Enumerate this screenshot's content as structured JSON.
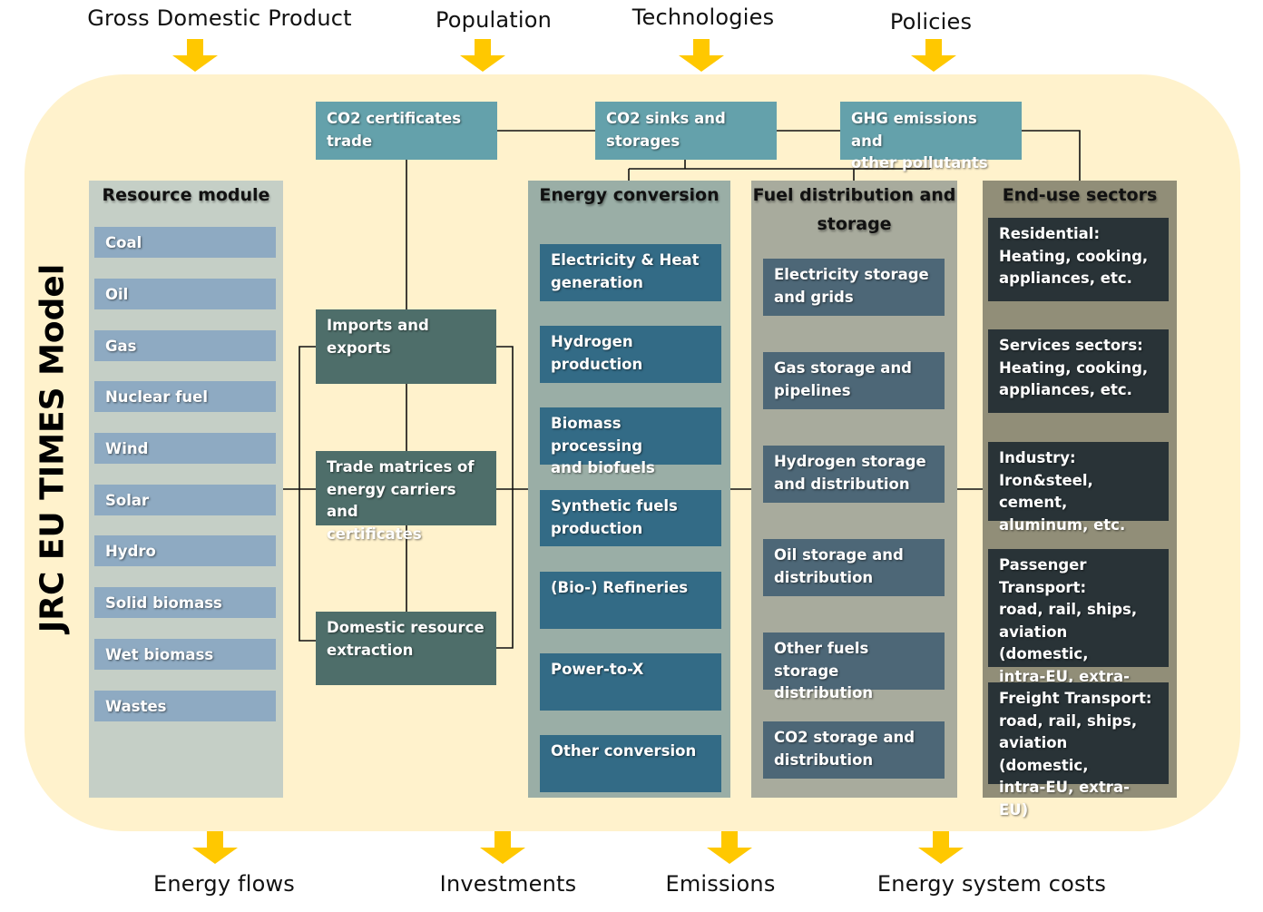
{
  "diagram_title": "JRC EU TIMES Model",
  "inputs": [
    {
      "label": "Gross Domestic Product"
    },
    {
      "label": "Population"
    },
    {
      "label": "Technologies"
    },
    {
      "label": "Policies"
    }
  ],
  "outputs": [
    {
      "label": "Energy flows"
    },
    {
      "label": "Investments"
    },
    {
      "label": "Emissions"
    },
    {
      "label": "Energy system costs"
    }
  ],
  "top_boxes": [
    {
      "label": "CO2 certificates\ntrade"
    },
    {
      "label": "CO2 sinks and\nstorages"
    },
    {
      "label": "GHG emissions and\nother pollutants"
    }
  ],
  "resource_module": {
    "title": "Resource module",
    "items": [
      "Coal",
      "Oil",
      "Gas",
      "Nuclear fuel",
      "Wind",
      "Solar",
      "Hydro",
      "Solid biomass",
      "Wet biomass",
      "Wastes"
    ]
  },
  "trade": {
    "items": [
      "Imports and exports",
      "Trade matrices of\nenergy carriers and\ncertificates",
      "Domestic resource\nextraction"
    ]
  },
  "energy_conversion": {
    "title": "Energy conversion",
    "items": [
      "Electricity & Heat\ngeneration",
      "Hydrogen\nproduction",
      "Biomass processing\nand biofuels",
      "Synthetic fuels\nproduction",
      "(Bio-) Refineries",
      "Power-to-X",
      "Other conversion"
    ]
  },
  "fuel_distribution": {
    "title": "Fuel distribution and\nstorage",
    "items": [
      "Electricity storage\nand grids",
      "Gas storage and\npipelines",
      "Hydrogen storage\nand distribution",
      "Oil storage and\ndistribution",
      "Other fuels storage\ndistribution",
      "CO2 storage and\ndistribution"
    ]
  },
  "end_use": {
    "title": "End-use sectors",
    "items": [
      "Residential:\nHeating, cooking,\nappliances,  etc.",
      "Services sectors:\nHeating, cooking,\nappliances,  etc.",
      "Industry:\nIron&steel, cement,\naluminum,  etc.",
      "Passenger\nTransport:\nroad, rail, ships,\naviation (domestic,\nintra-EU, extra-EU)",
      "Freight Transport:\nroad, rail, ships,\naviation (domestic,\nintra-EU, extra-EU)"
    ]
  },
  "colors": {
    "arrow": "#ffc800",
    "model_background": "#fff2cc",
    "resource_column": "#c5cfc6",
    "resource_item": "#8eaac2",
    "trade_box": "#4e6e6a",
    "conversion_column": "#9aaea6",
    "conversion_box": "#336b86",
    "distribution_column": "#a8ab9d",
    "distribution_box": "#4d6777",
    "end_use_column": "#918e78",
    "end_use_box": "#293337",
    "top_box": "#64a1ab"
  }
}
